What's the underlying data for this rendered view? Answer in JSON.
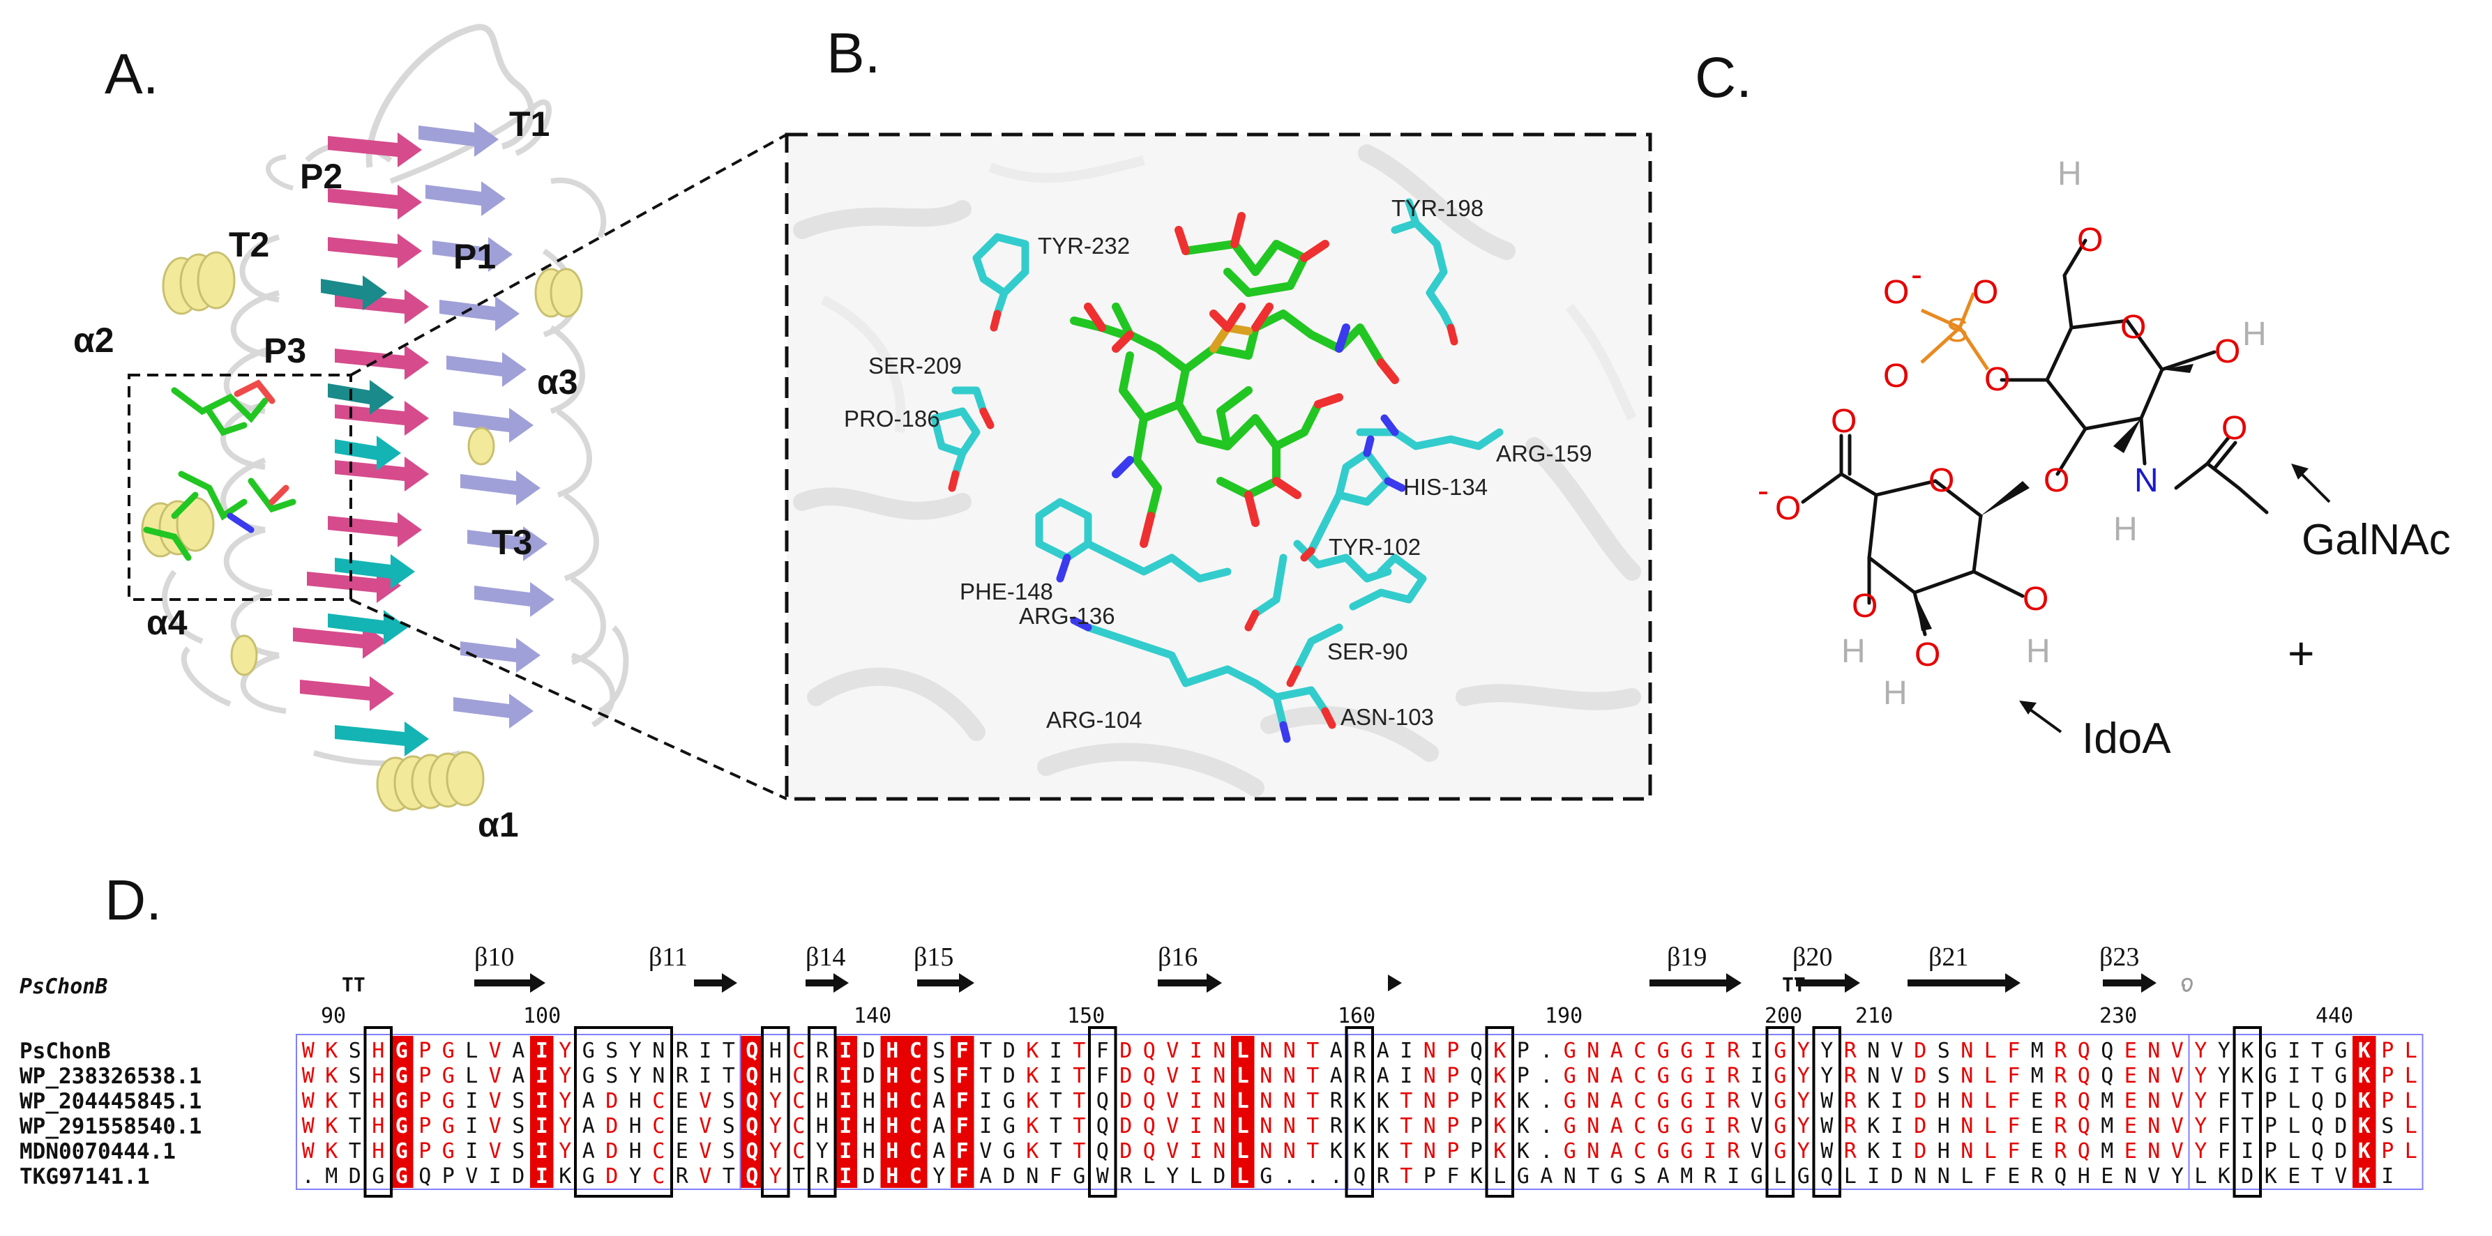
{
  "panels": {
    "a": "A.",
    "b": "B.",
    "c": "C.",
    "d": "D."
  },
  "panel_a": {
    "labels": [
      "T1",
      "P2",
      "T2",
      "P1",
      "P3",
      "α2",
      "α3",
      "T3",
      "α4",
      "α1"
    ]
  },
  "panel_b": {
    "residues": [
      "TYR-232",
      "TYR-198",
      "SER-209",
      "PRO-186",
      "ARG-159",
      "HIS-134",
      "TYR-102",
      "PHE-148",
      "ARG-136",
      "SER-90",
      "ARG-104",
      "ASN-103"
    ]
  },
  "panel_c": {
    "galnac_label": "GalNAc",
    "idoa_label": "IdoA",
    "plus": "+",
    "atoms": {
      "O": "O",
      "H": "H",
      "N": "N",
      "S": "S",
      "minus": "-"
    }
  },
  "panel_d": {
    "query_name": "PsChonB",
    "secondary_structure": [
      "β10",
      "β11",
      "β14",
      "β15",
      "β16",
      "β19",
      "β20",
      "β21",
      "β23"
    ],
    "turn_labels": [
      "TT",
      "TT"
    ],
    "position_numbers": [
      "90",
      "100",
      "140",
      "150",
      "160",
      "190",
      "200",
      "210",
      "230",
      "440"
    ],
    "sequence_names": [
      "PsChonB",
      "WP_238326538.1",
      "WP_204445845.1",
      "WP_291558540.1",
      "MDN0070444.1",
      "TKG97141.1"
    ],
    "sequences": [
      "WKSHGPGLVAIYGSYNRITQHCRIDHCSFTDKITFDQVINLNNTARAINPQKP.GNACGGIRIGYYRNVDSNLFMRQQENVYYKGITGKPL",
      "WKSHGPGLVAIYGSYNRITQHCRIDHCSFTDKITFDQVINLNNTARAINPQKP.GNACGGIRIGYYRNVDSNLFMRQQENVYYKGITGKPL",
      "WKTHGPGIVSIYADHCEVSQYCHIHHCAFIGKTTQDQVINLNNTRKKTNPPKK.GNACGGIRVGYWRKIDHNLFERQMENVYFTPLQDKPL",
      "WKTHGPGIVSIYADHCEVSQYCHIHHCAFIGKTTQDQVINLNNTRKKTNPPKK.GNACGGIRVGYWRKIDHNLFERQMENVYFTPLQDKSL",
      "WKTHGPGIVSIYADHCEVSQYCYIHHCAFVGKTTQDQVINLNNTKKKTNPPKK.GNACGGIRVGYWRKIDHNLFERQMENVYFIPLQDKPL",
      ".MDGGQPVIDIKGDYCRVTQYTRIDHCYFADNFGWRLYLDLG...QRTPFKLGANTGSAMRIGLGQLIDNNLFERQHENVYLKDKETVKI"
    ],
    "colors": {
      "identical_bg": "#e60000",
      "identical_fg": "#ffffff",
      "similar_fg": "#e60000",
      "block_border": "#8080ff",
      "highlight_border": "#000000"
    }
  }
}
